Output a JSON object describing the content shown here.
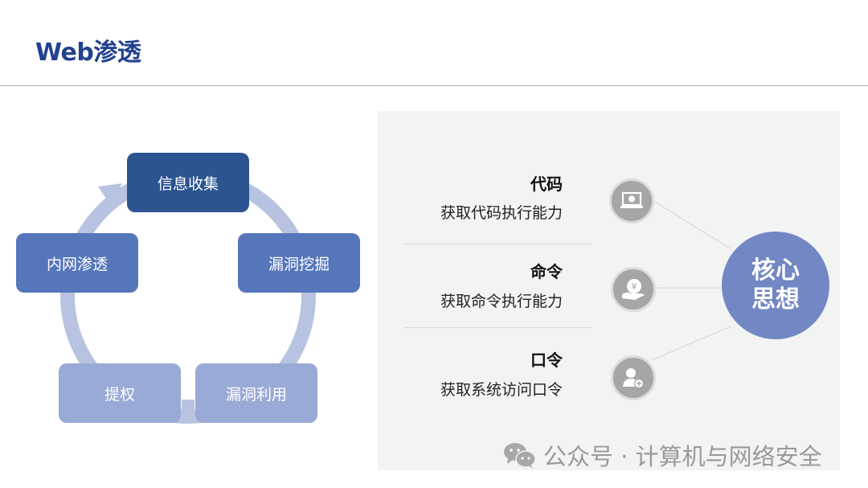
{
  "header": {
    "title": "Web渗透"
  },
  "cycle": {
    "nodes": [
      {
        "label": "信息收集",
        "color": "#2c5491"
      },
      {
        "label": "漏洞挖掘",
        "color": "#5676bb"
      },
      {
        "label": "漏洞利用",
        "color": "#99aad6"
      },
      {
        "label": "提权",
        "color": "#99aad6"
      },
      {
        "label": "内网渗透",
        "color": "#5676bb"
      }
    ],
    "arrow_color": "#b7c3e0"
  },
  "panel": {
    "items": [
      {
        "title": "代码",
        "desc": "获取代码执行能力",
        "icon": "laptop-icon"
      },
      {
        "title": "命令",
        "desc": "获取命令执行能力",
        "icon": "yen-hand-icon"
      },
      {
        "title": "口令",
        "desc": "获取系统访问口令",
        "icon": "user-add-icon"
      }
    ],
    "core": {
      "line1": "核心",
      "line2": "思想",
      "color": "#7287c4"
    }
  },
  "watermark": {
    "text": "公众号 · 计算机与网络安全",
    "icon": "wechat-icon"
  }
}
